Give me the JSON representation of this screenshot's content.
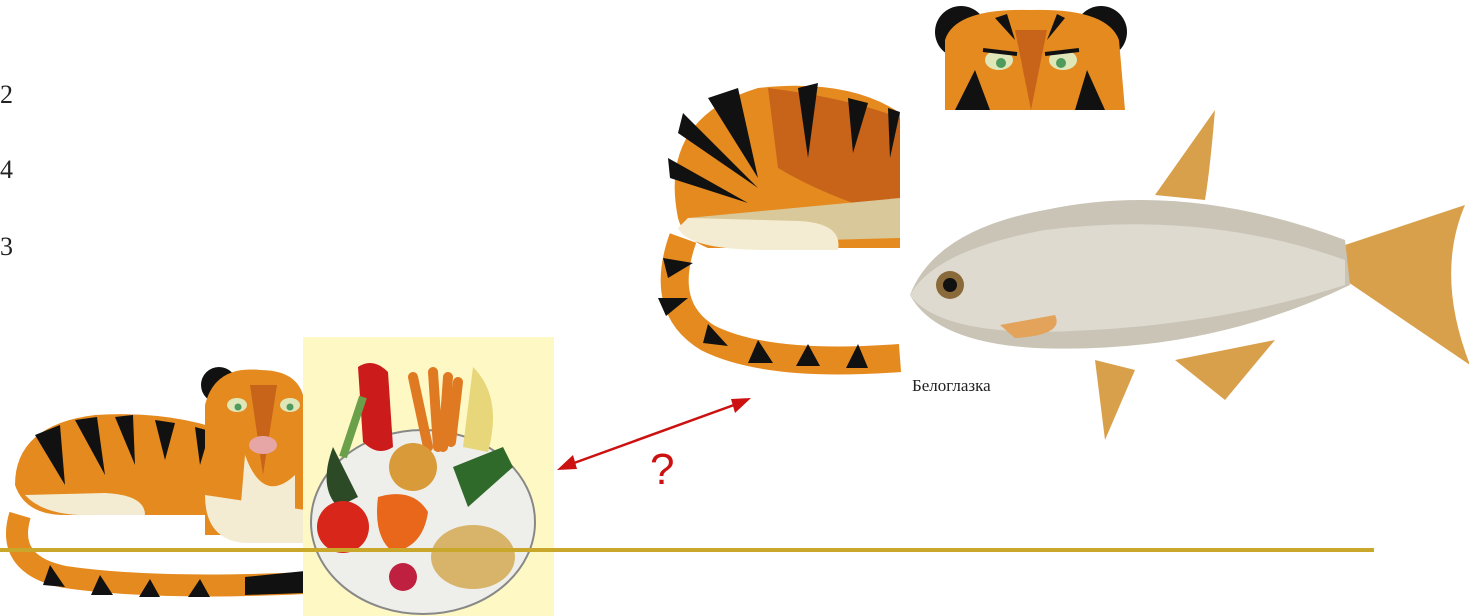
{
  "list_numbers": [
    "2",
    "4",
    "3"
  ],
  "question_mark": "?",
  "fish_label": "Белоглазка",
  "colors": {
    "tiger_orange": "#e58a1f",
    "tiger_dark_orange": "#c8641a",
    "stripe": "#111111",
    "belly": "#efe6c6",
    "accent_line": "#c8a72b",
    "arrow": "#cc1111",
    "veg_bg": "#fdf8c4"
  }
}
